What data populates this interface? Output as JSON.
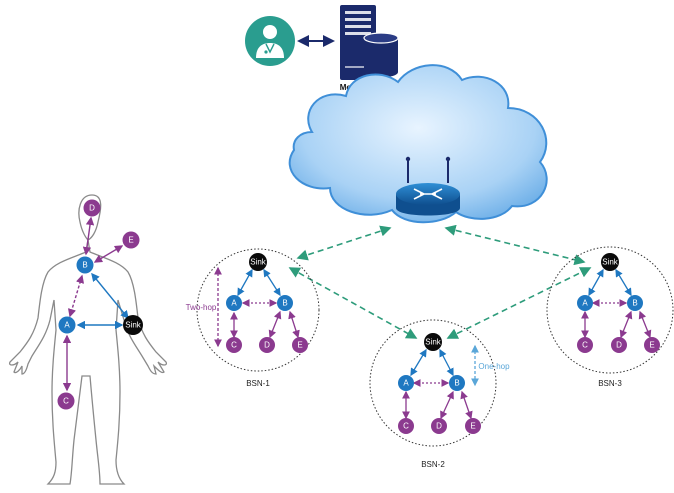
{
  "server": {
    "label": "Medical Server"
  },
  "body_network": {
    "nodes": {
      "D": "D",
      "E": "E",
      "B": "B",
      "A": "A",
      "sink": "Sink",
      "C": "C"
    }
  },
  "bsns": [
    {
      "label": "BSN-1",
      "nodes": {
        "sink": "Sink",
        "A": "A",
        "B": "B",
        "C": "C",
        "D": "D",
        "E": "E"
      }
    },
    {
      "label": "BSN-2",
      "nodes": {
        "sink": "Sink",
        "A": "A",
        "B": "B",
        "C": "C",
        "D": "D",
        "E": "E"
      }
    },
    {
      "label": "BSN-3",
      "nodes": {
        "sink": "Sink",
        "A": "A",
        "B": "B",
        "C": "C",
        "D": "D",
        "E": "E"
      }
    }
  ],
  "annotations": {
    "two_hop": "Two-hop",
    "one_hop": "One-hop"
  },
  "colors": {
    "blue_node": "#1f78c1",
    "purple_node": "#8b3a8f",
    "sink": "#0a0a0a",
    "teal_link": "#2e9c7b",
    "doctor": "#2a9d8f",
    "server": "#1b2a6b"
  }
}
